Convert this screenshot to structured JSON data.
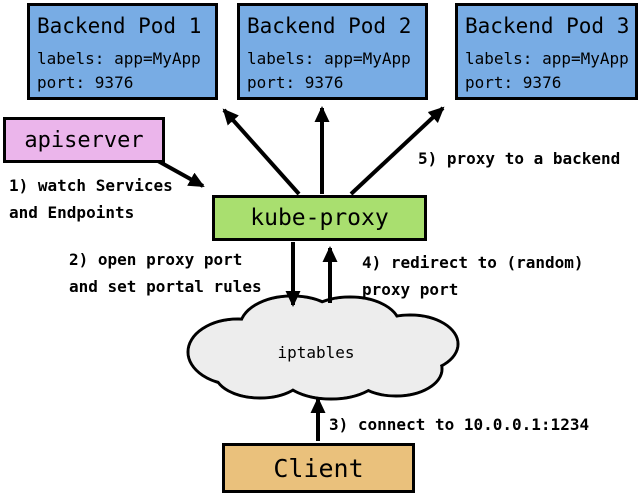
{
  "diagram_title": "kube-proxy userspace service proxy flow",
  "colors": {
    "pod_fill": "#78ACE4",
    "apiserver_fill": "#EBB5EB",
    "kube_proxy_fill": "#A9DF6F",
    "client_fill": "#EAC17C",
    "cloud_fill": "#EDEDED",
    "border": "#000000",
    "background": "#FFFFFF"
  },
  "pods": [
    {
      "title": "Backend Pod 1",
      "labels": "labels: app=MyApp",
      "port": "port: 9376"
    },
    {
      "title": "Backend Pod 2",
      "labels": "labels: app=MyApp",
      "port": "port: 9376"
    },
    {
      "title": "Backend Pod 3",
      "labels": "labels: app=MyApp",
      "port": "port: 9376"
    }
  ],
  "nodes": {
    "apiserver": "apiserver",
    "kube_proxy": "kube-proxy",
    "iptables": "iptables",
    "client": "Client"
  },
  "annotations": {
    "step1": [
      "1) watch Services",
      "and Endpoints"
    ],
    "step2": [
      "2) open proxy port",
      "and set portal rules"
    ],
    "step3": [
      "3) connect to 10.0.0.1:1234"
    ],
    "step4": [
      "4) redirect to (random)",
      "proxy port"
    ],
    "step5": [
      "5) proxy to a backend"
    ]
  }
}
